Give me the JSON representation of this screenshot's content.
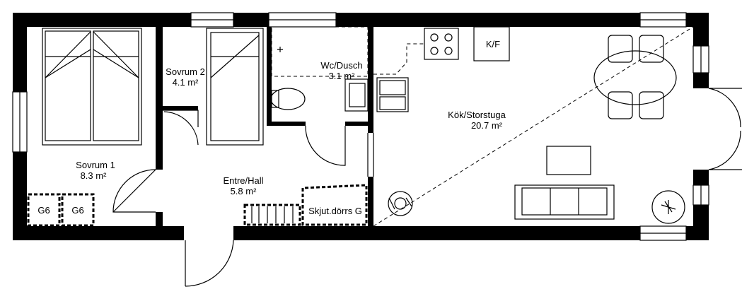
{
  "rooms": {
    "sovrum1": {
      "name": "Sovrum 1",
      "area": "8.3 m²"
    },
    "sovrum2": {
      "name": "Sovrum 2",
      "area": "4.1 m²"
    },
    "wc": {
      "name": "Wc/Dusch",
      "area": "3.1 m²"
    },
    "kok": {
      "name": "Kök/Storstuga",
      "area": "20.7 m²"
    },
    "entre": {
      "name": "Entre/Hall",
      "area": "5.8 m²"
    }
  },
  "labels": {
    "wardrobe1": "G6",
    "wardrobe2": "G6",
    "sliding_wardrobe": "Skjut.dörrs G",
    "fridge_freezer": "K/F"
  }
}
